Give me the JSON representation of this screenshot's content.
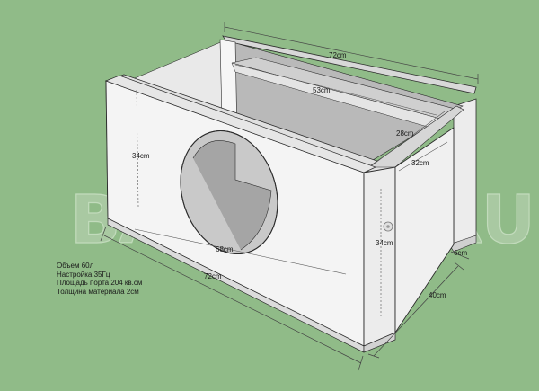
{
  "watermark": "BASSBOX.RU",
  "colors": {
    "background": "#90bb88",
    "board_face": "#f2f2f2",
    "board_edge": "#d2d2d2",
    "inner_shadow": "#9c9c9c",
    "outline": "#2c2c2c"
  },
  "dimensions": {
    "top_length": "72cm",
    "port_length": "53cm",
    "port_depth": "28cm",
    "inner_height": "34cm",
    "right_height": "32cm",
    "side_height": "34cm",
    "port_width": "6cm",
    "depth": "40cm",
    "bottom_length": "72cm",
    "partition_length": "68cm"
  },
  "notes": [
    "Объем 60л",
    "Настройка 35Гц",
    "Площадь порта 204 кв.см",
    "Толщина материала 2см"
  ]
}
